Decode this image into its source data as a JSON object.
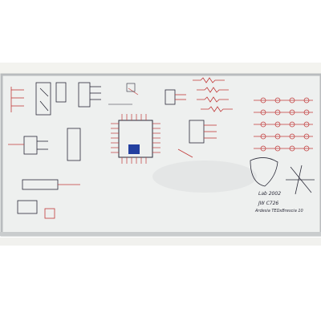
{
  "image": {
    "subject": "whiteboard",
    "colors": {
      "background": "#ffffff",
      "wall": "#f3f3ef",
      "frame": "#b9bcbe",
      "board": "#eef0ef",
      "ink_black": "#2a2a38",
      "ink_red": "#c23a3a",
      "ink_blue": "#2340a0",
      "erased": "#c8cbcc"
    }
  },
  "notes": {
    "right_note_1": "Lab 2002",
    "right_note_2": "JW C726",
    "right_note_3": "Ardesia TEDxBrescia 10"
  }
}
